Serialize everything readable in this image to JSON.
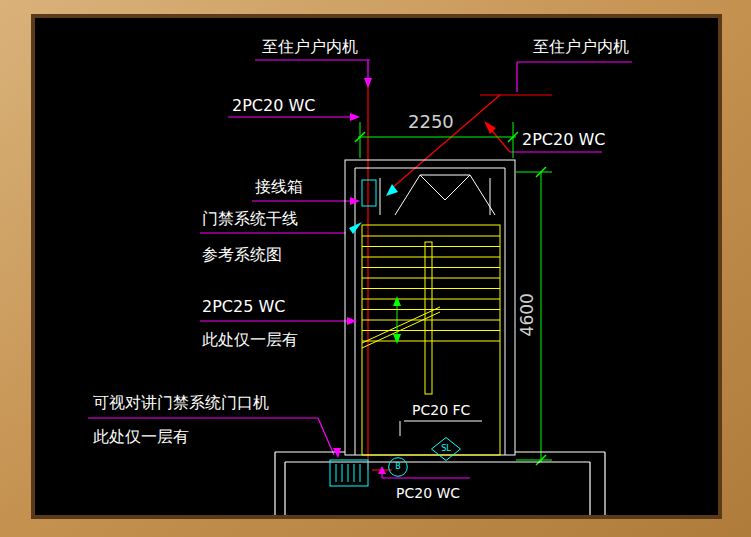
{
  "diagram": {
    "nodes": [
      {
        "text": [
          "SL"
        ]
      },
      {
        "text": [
          "B"
        ]
      }
    ],
    "labels": [
      "至住户户内机",
      "至住户户内机",
      "2PC20 WC",
      "2250",
      "2PC20 WC",
      "接线箱",
      "门禁系统干线",
      "参考系统图",
      "2PC25 WC",
      "此处仅一层有",
      "4600",
      "可视对讲门禁系统门口机",
      "此处仅一层有",
      "PC20 FC",
      "PC20 WC"
    ]
  }
}
